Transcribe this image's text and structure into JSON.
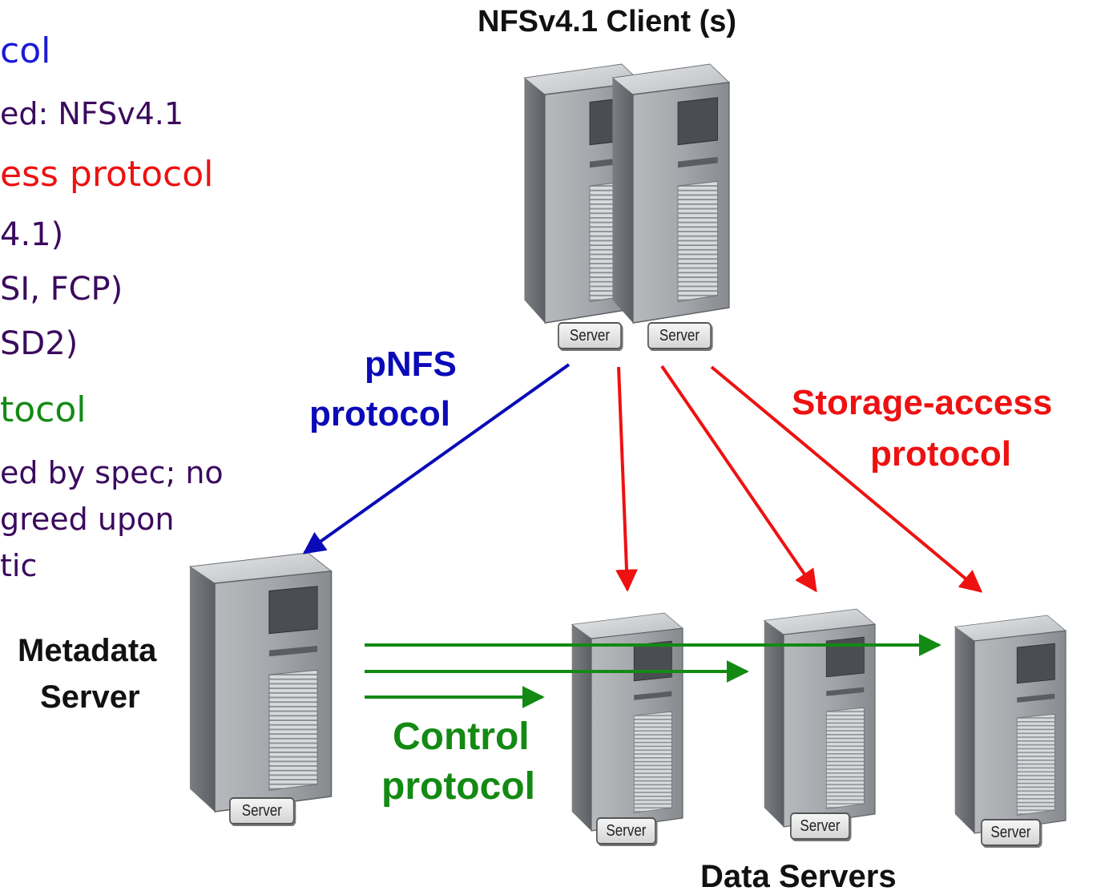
{
  "bullets": [
    {
      "text": "col",
      "color": "#1a1ad8"
    },
    {
      "text": "ed: NFSv4.1",
      "color": "#3b0a5e"
    },
    {
      "text": "ess protocol",
      "color": "#ee1111"
    },
    {
      "text": "4.1)",
      "color": "#3b0a5e"
    },
    {
      "text": "SI, FCP)",
      "color": "#3b0a5e"
    },
    {
      "text": "SD2)",
      "color": "#3b0a5e"
    },
    {
      "text": "tocol",
      "color": "#138a13"
    },
    {
      "text": "ed by spec; no",
      "color": "#3b0a5e"
    },
    {
      "text": "greed upon",
      "color": "#3b0a5e"
    },
    {
      "text": "tic",
      "color": "#3b0a5e"
    }
  ],
  "labels": {
    "client": "NFSv4.1 Client (s)",
    "pnfs_line1": "pNFS",
    "pnfs_line2": "protocol",
    "storage_line1": "Storage-access",
    "storage_line2": "protocol",
    "metadata_line1": "Metadata",
    "metadata_line2": "Server",
    "control_line1": "Control",
    "control_line2": "protocol",
    "data_servers": "Data Servers"
  },
  "server_tag": "Server",
  "colors": {
    "pnfs": "#0a0ab8",
    "storage": "#ee1111",
    "control": "#138a13",
    "server_body": "#9a9ea2"
  }
}
